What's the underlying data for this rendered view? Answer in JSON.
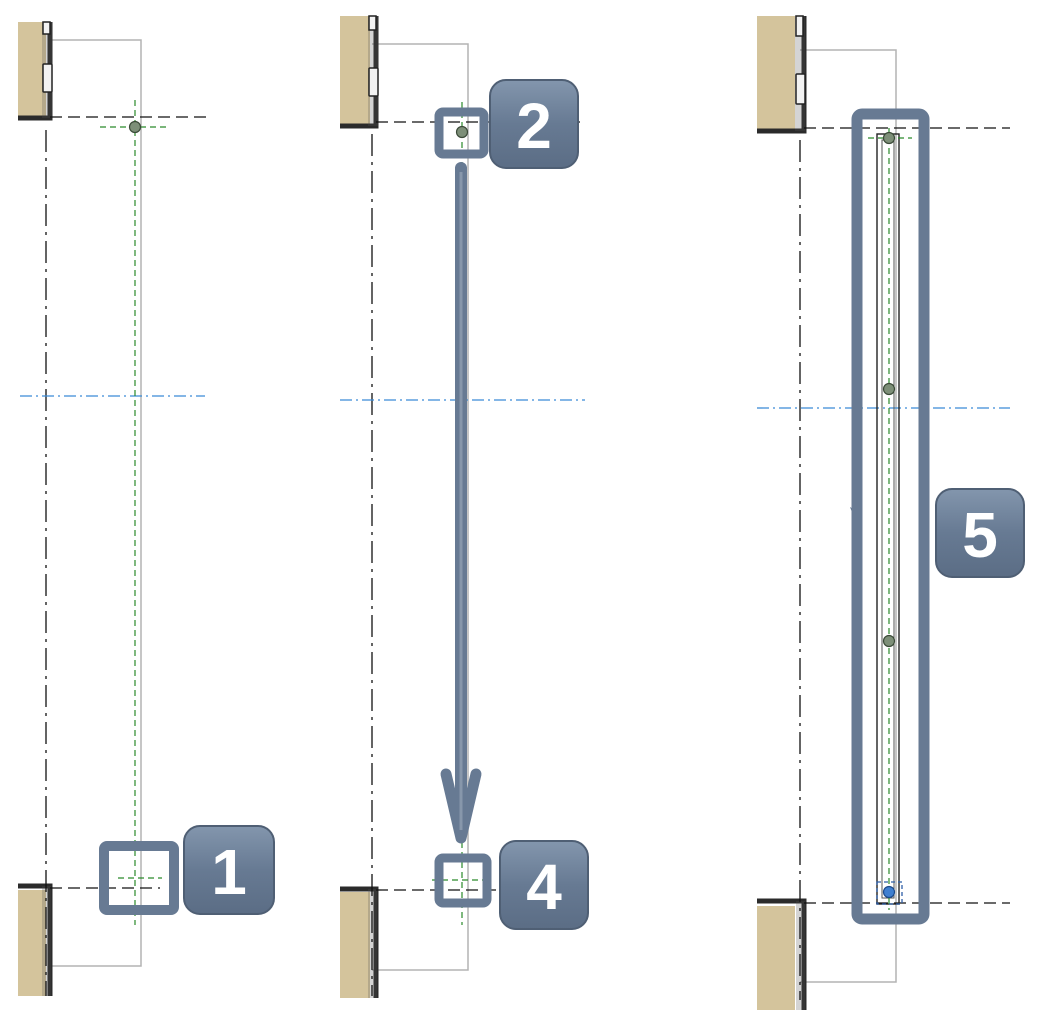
{
  "colors": {
    "wall_fill": "#d4c49c",
    "wall_edge": "#2b2b2b",
    "callout": "#677a93",
    "callout_text": "#ffffff",
    "grid_line": "#111111",
    "level_line": "#3a8ad6",
    "reference_line": "#2a8a2a",
    "outline": "#b4b4b4",
    "node_fill": "#7d8f78",
    "node_selected": "#3f7fd0"
  },
  "callouts": [
    {
      "id": "1",
      "label": "1"
    },
    {
      "id": "2",
      "label": "2"
    },
    {
      "id": "4",
      "label": "4"
    },
    {
      "id": "5",
      "label": "5"
    }
  ],
  "icons": {
    "drag_arrow": "arrow-down-icon",
    "node": "grip-node-icon"
  }
}
